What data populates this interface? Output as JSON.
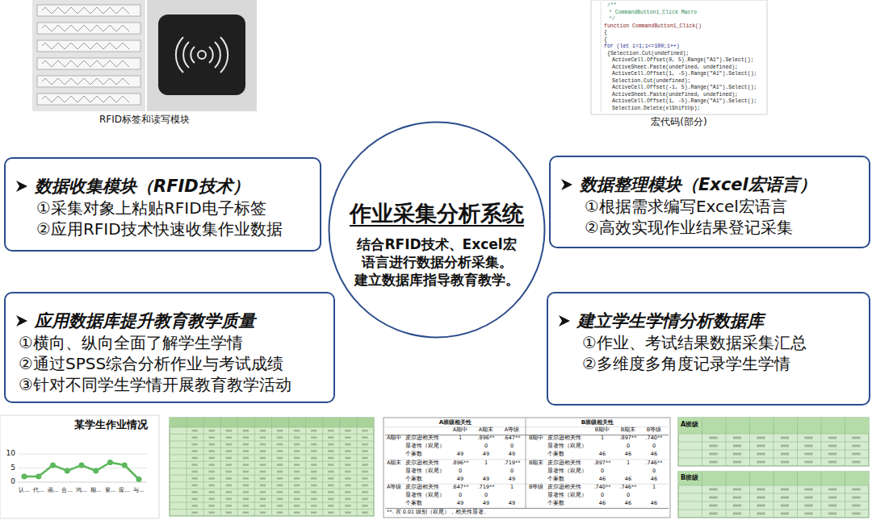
{
  "diagram": {
    "nodes": [
      {
        "text": [
          "数据收集模块（RFID技术）",
          "①采集对象上粘贴RFID电子标签",
          "②应用RFID技术快速收集作业数据"
        ]
      },
      {
        "text": [
          "作业采集分析系统",
          "结合RFID技术、Excel宏 语言进行数据分析采集。",
          "建立数据库指导教育教学。"
        ]
      },
      {
        "text": [
          "数据整理模块（Excel宏语言）",
          "①根据需求编写Excel宏语言",
          "②高效实现作业结果登记采集"
        ]
      },
      {
        "text": [
          "应用数据库提升教育教学质量",
          "①横向、纵向全面了解学生学情",
          "②通过SPSS综合分析作业与考试成绩",
          "③针对不同学生学情开展教育教学活动"
        ]
      },
      {
        "text": [
          "建立学生学情分析数据库",
          "①作业、考试结果数据采集汇总",
          "②多维度多角度记录学生学情"
        ]
      }
    ],
    "labels": [
      "RFID标签和读写模块",
      "宏代码(部分)",
      "/**",
      "* CommandButton1_Click Macro",
      "*/",
      "function CommandButton1_Click()",
      "{",
      "{",
      "for (let i=1;i<=100;i++)",
      "{Selection.Cut(undefined);",
      "ActiveCell.Offset(0, 5).Range(\"A1\").Select();",
      "ActiveSheet.Paste(undefined, undefined);",
      "ActiveCell.Offset(1, -5).Range(\"A1\").Select();",
      "Selection.Cut(undefined);",
      "ActiveCell.Offset(-1, 5).Range(\"A1\").Select();",
      "ActiveSheet.Paste(undefined, undefined);",
      "ActiveCell.Offset(1, -5).Range(\"A1\").Select();",
      "Selection.Delete(xlShiftUp);",
      "某学生作业情况",
      "10",
      "5",
      "0",
      "认...",
      "代...",
      "函...",
      "合...",
      "鸿...",
      "期...",
      "量...",
      "应...",
      "与...",
      "A班级相关性",
      "A期中",
      "A期末",
      "A等级",
      "A期中",
      "皮尔逊相关性",
      "1",
      ".896**",
      ".647**",
      "显著性（双尾）",
      "0",
      "0",
      "个案数",
      "49",
      "49",
      "49",
      "A期末",
      "皮尔逊相关性",
      ".896**",
      "1",
      ".719**",
      "显著性（双尾）",
      "0",
      "0",
      "个案数",
      "49",
      "49",
      "49",
      "A等级",
      "皮尔逊相关性",
      ".647**",
      ".719**",
      "1",
      "显著性（双尾）",
      "0",
      "0",
      "个案数",
      "49",
      "49",
      "49",
      "B班级相关性",
      "B期中",
      "B期末",
      "B等级",
      "B期中",
      "皮尔逊相关性",
      "1",
      ".897**",
      ".740**",
      "显著性（双尾）",
      "0",
      "0",
      "个案数",
      "46",
      "46",
      "46",
      "B期末",
      "皮尔逊相关性",
      ".897**",
      "1",
      ".746**",
      "显著性（双尾）",
      "0",
      "0",
      "个案数",
      "46",
      "46",
      "46",
      "B等级",
      "皮尔逊相关性",
      ".740**",
      ".746**",
      "1",
      "显著性（双尾）",
      "0",
      "0",
      "个案数",
      "46",
      "46",
      "46",
      "**. 在 0.01 级别（双尾），相关性显著。",
      "A班级",
      "B班级"
    ]
  }
}
